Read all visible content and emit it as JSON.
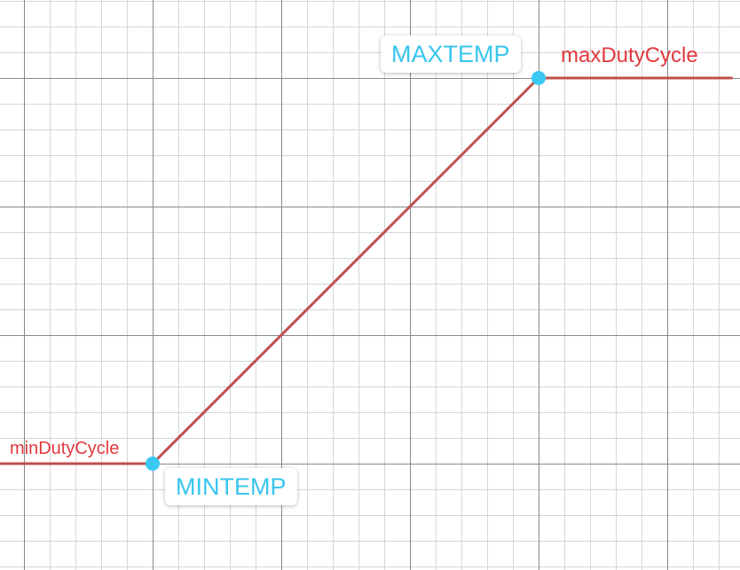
{
  "chart_data": {
    "type": "line",
    "series": [
      {
        "points": [
          {
            "x": -1.2,
            "y": 0
          },
          {
            "x": 0,
            "y": 0
          },
          {
            "x": 3,
            "y": 3
          },
          {
            "x": 4.5,
            "y": 3
          }
        ]
      }
    ],
    "key_points": [
      {
        "label": "MINTEMP",
        "x": 0,
        "y": 0
      },
      {
        "label": "MAXTEMP",
        "x": 3,
        "y": 3
      }
    ],
    "curve_labels": [
      {
        "text": "minDutyCycle"
      },
      {
        "text": "maxDutyCycle"
      }
    ],
    "grid": true,
    "colors": {
      "curve": "#c0504d",
      "curve_label": "#e0393e",
      "point": "#3cc8f5",
      "point_label": "#38c5ee"
    }
  }
}
